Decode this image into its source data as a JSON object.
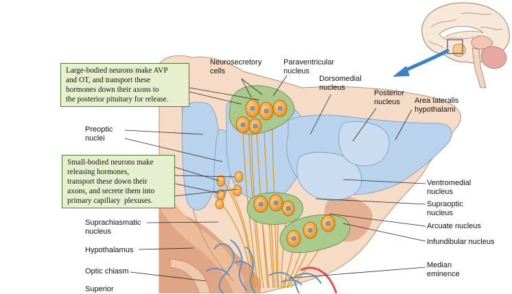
{
  "callouts": {
    "large_neurons": "Large-bodied neurons make AVP\nand OT, and transport these\nhormones down their axons to\nthe posterior pituitary for release.",
    "small_neurons": "Small-bodied neurons make\nreleasing hormones,\ntransport these down their\naxons, and secrete them into\nprimary capillary  plexuses."
  },
  "labels": {
    "neurosecretory_cells": "Neurosecretory\ncells",
    "paraventricular_nucleus": "Paraventricular\nnucleus",
    "dorsomedial_nucleus": "Dorsomedial\nnucleus",
    "posterior_nucleus": "Posterior\nnucleus",
    "area_lateralis": "Area lateralis\nhypothalami",
    "preoptic_nuclei": "Preoptic\nnuclei",
    "ventromedial_nucleus": "Ventromedial\nnucleus",
    "supraoptic_nucleus": "Supraoptic\nnucleus",
    "arcuate_nucleus": "Arcuate nucleus",
    "infundibular_nucleus": "Infundibular nucleus",
    "suprachiasmatic_nucleus": "Suprachiasmatic\nnucleus",
    "hypothalamus": "Hypothalamus",
    "optic_chiasm": "Optic chiasm",
    "median_eminence": "Median\neminence",
    "superior": "Superior"
  },
  "colors": {
    "nucleus_blue": "#b9d3ec",
    "tissue_tan": "#f4d7c0",
    "tissue_dark": "#d99a76",
    "neuron_orange": "#f2a23a",
    "neuron_green": "#a9c98d",
    "callout_fill": "#e6f0cf",
    "arrow_blue": "#3b82c4",
    "vessel_blue": "#5f8fc0",
    "artery_red": "#d9534f"
  }
}
